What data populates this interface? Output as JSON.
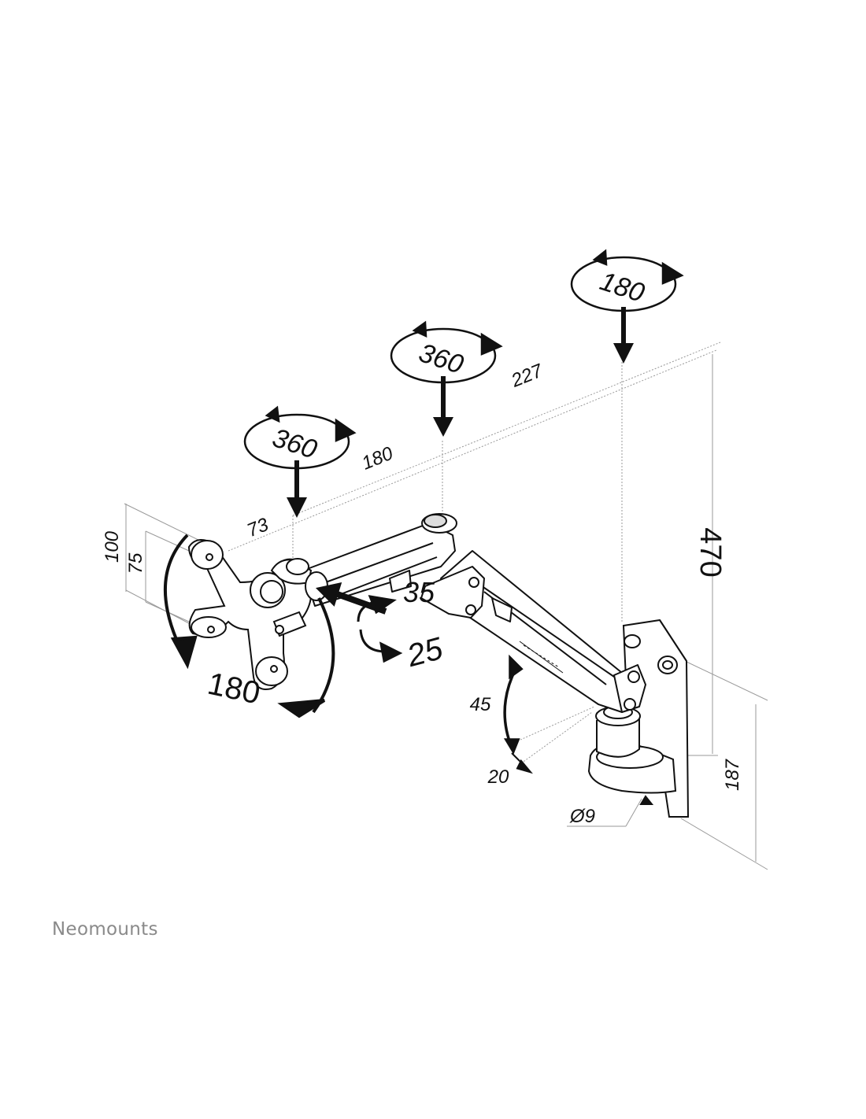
{
  "brand": {
    "name": "Neomounts"
  },
  "rotations": {
    "head": "360",
    "elbow": "360",
    "wall": "180",
    "panel_rotate": "180"
  },
  "angles": {
    "swivel": "35",
    "tilt_back": "25",
    "lift_up": "45",
    "lift_down": "20"
  },
  "dimensions": {
    "head_arm": "73",
    "front_arm": "180",
    "rear_arm": "227",
    "vesa_large": "100",
    "vesa_small": "75",
    "total_height": "470",
    "plate_height": "187",
    "screw_diameter": "Ø9"
  },
  "colors": {
    "line": "#111111",
    "guide": "#9a9a9a",
    "brand": "#8a8a8a"
  }
}
